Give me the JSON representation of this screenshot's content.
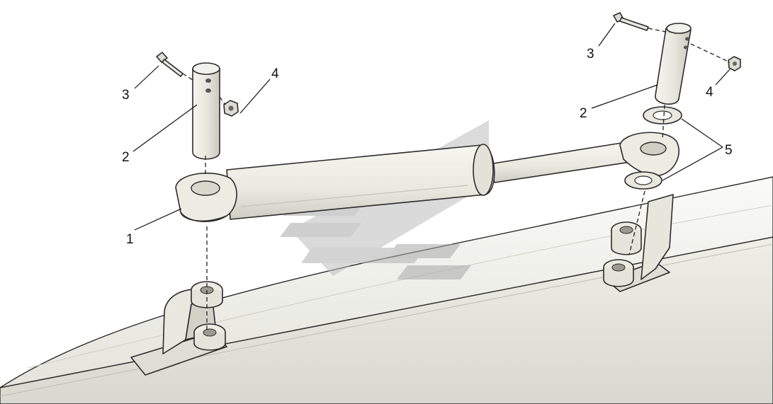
{
  "diagram": {
    "callouts": [
      {
        "id": "c1",
        "label": "1"
      },
      {
        "id": "c2l",
        "label": "2"
      },
      {
        "id": "c3l",
        "label": "3"
      },
      {
        "id": "c4l",
        "label": "4"
      },
      {
        "id": "c2r",
        "label": "2"
      },
      {
        "id": "c3r",
        "label": "3"
      },
      {
        "id": "c4r",
        "label": "4"
      },
      {
        "id": "c5",
        "label": "5"
      }
    ],
    "colors": {
      "part_fill": "#ebebe2",
      "part_shade": "#cfcfc4",
      "outline": "#2b2b2b",
      "watermark": "#b5b5b5"
    }
  }
}
